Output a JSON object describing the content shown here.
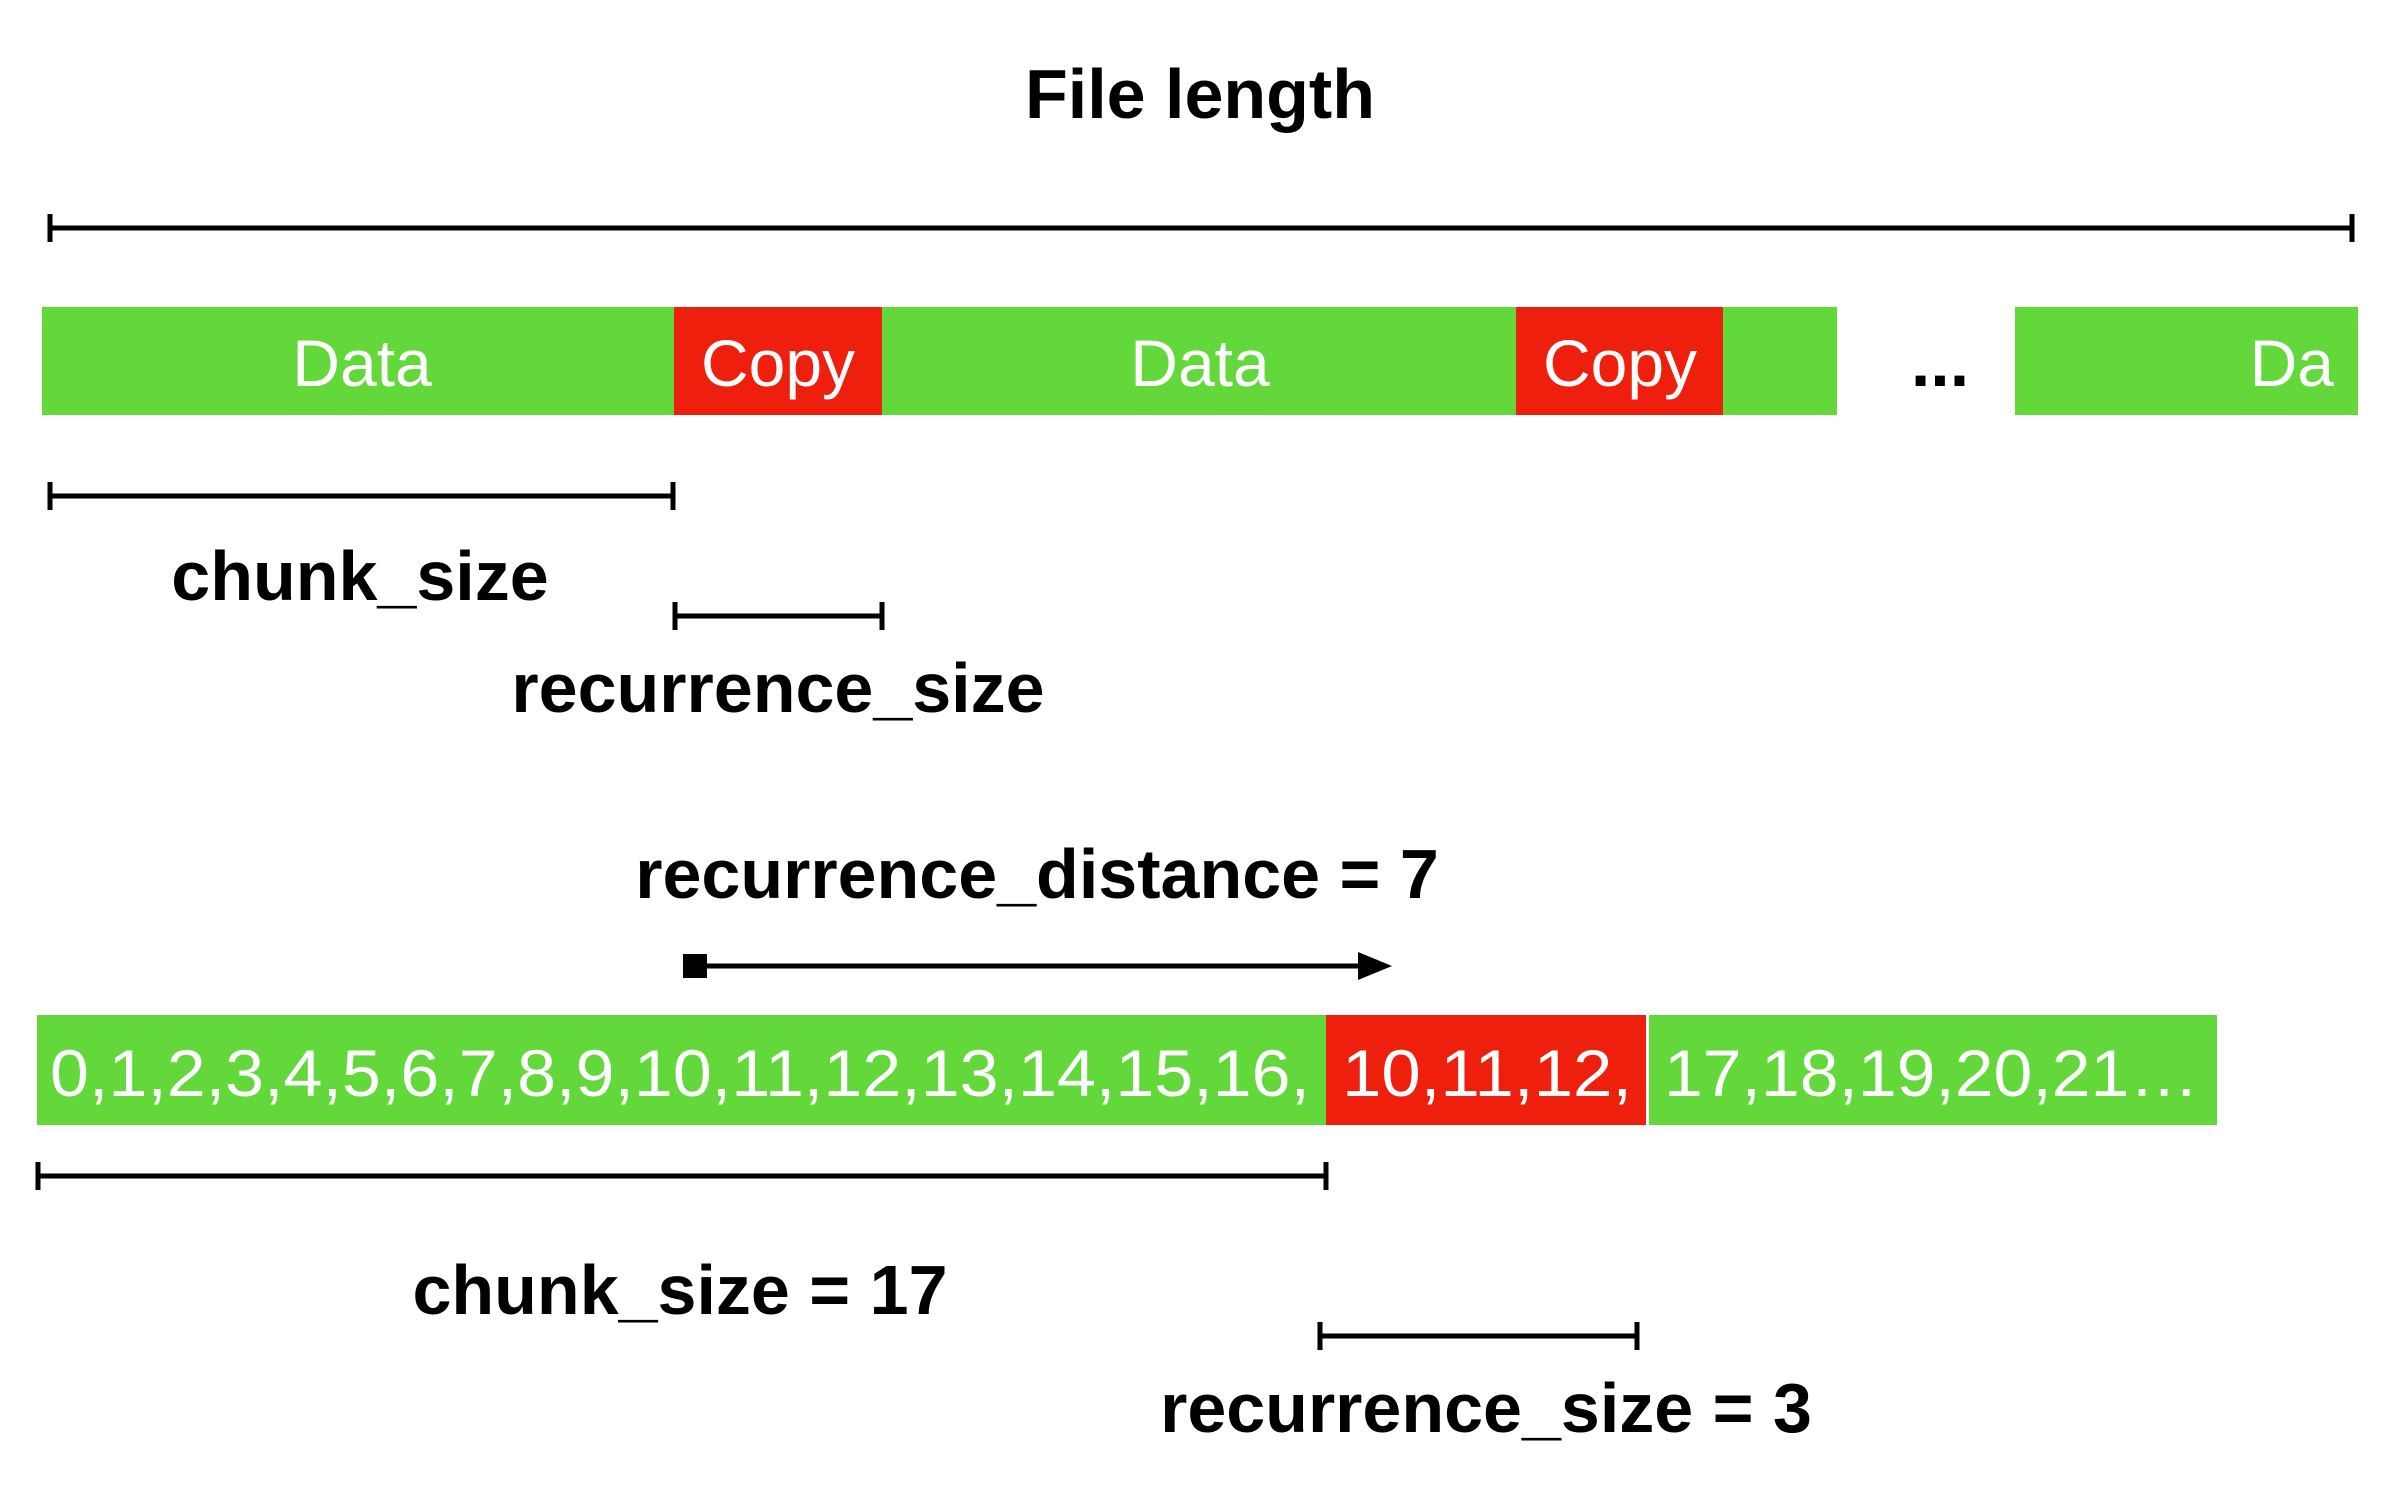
{
  "title": "File length",
  "colors": {
    "data": "#62d83a",
    "copy": "#ee1f0d",
    "text": "#ffffff",
    "line": "#000000"
  },
  "top_bar": {
    "segments": [
      {
        "label": "Data",
        "kind": "data"
      },
      {
        "label": "Copy",
        "kind": "copy"
      },
      {
        "label": "Data",
        "kind": "data"
      },
      {
        "label": "Copy",
        "kind": "copy"
      },
      {
        "label": "",
        "kind": "data"
      },
      {
        "label": "Da",
        "kind": "data"
      }
    ],
    "ellipsis": "..."
  },
  "labels": {
    "chunk_size": "chunk_size",
    "recurrence_size": "recurrence_size",
    "recurrence_distance": "recurrence_distance = 7",
    "chunk_size_value": "chunk_size = 17",
    "recurrence_size_value": "recurrence_size = 3"
  },
  "bottom_bar": {
    "data_sequence": "0,1,2,3,4,5,6,7,8,9,10,11,12,13,14,15,16,",
    "copy_sequence": "10,11,12,",
    "tail_sequence": "17,18,19,20,21…"
  }
}
